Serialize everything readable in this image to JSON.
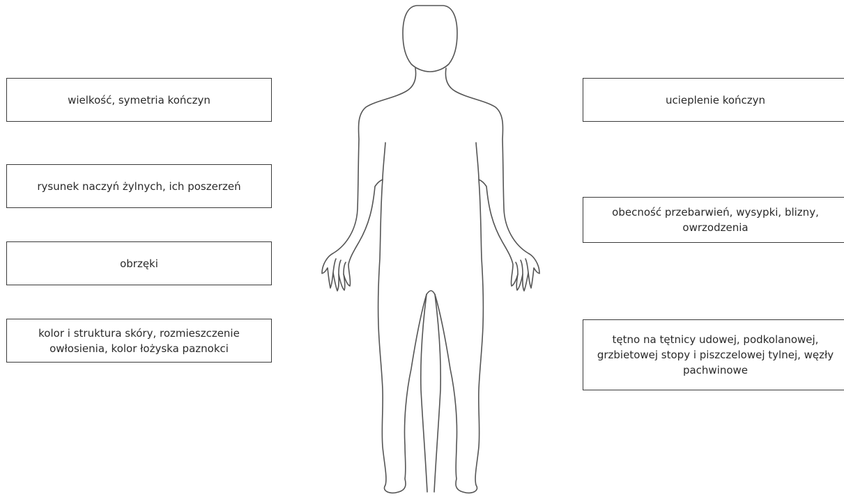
{
  "left_labels": [
    {
      "text": "wielkość, symetria kończyn"
    },
    {
      "text": "rysunek naczyń żylnych, ich poszerzeń"
    },
    {
      "text": "obrzęki"
    },
    {
      "text": "kolor i struktura skóry, rozmieszczenie owłosienia, kolor łożyska paznokci"
    }
  ],
  "right_labels": [
    {
      "text": "ucieplenie kończyn"
    },
    {
      "text": "obecność przebarwień, wysypki, blizny, owrzodzenia"
    },
    {
      "text": "tętno na tętnicy udowej, podkolanowej, grzbietowej stopy i piszczelowej tylnej, węzły pachwinowe"
    }
  ],
  "figure": {
    "icon": "human-body-outline-icon",
    "stroke_color": "#555555"
  }
}
